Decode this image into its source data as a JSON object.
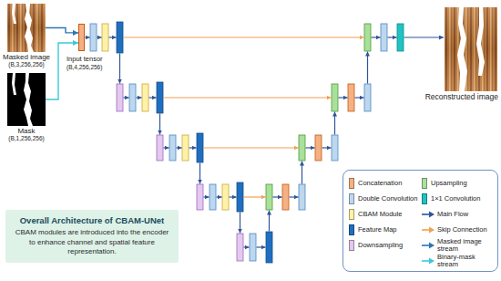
{
  "diagram": {
    "nodes": [
      {
        "text": [
          "Masked image",
          "(B,3,256,256)"
        ]
      },
      {
        "text": [
          "Mask",
          "(B,1,256,256)"
        ]
      },
      {
        "text": [
          "Input tensor",
          "(B,4,256,256)"
        ]
      },
      {
        "text": [
          "Reconstructed image"
        ]
      },
      {
        "text": [
          "Overall Architecture of CBAM-UNet",
          "CBAM modules are introduced into the encoder to enhance channel and spatial feature representation."
        ]
      }
    ],
    "edges": [
      {
        "from": 0,
        "to": 2,
        "arrow": "to"
      },
      {
        "from": 1,
        "to": 2,
        "arrow": "to"
      }
    ],
    "legend": [
      {
        "text": "Concatenation",
        "color": "#f4b183"
      },
      {
        "text": "Upsampling",
        "color": "#a9e09a"
      },
      {
        "text": "Double Convolution",
        "color": "#bdd7ee"
      },
      {
        "text": "1×1 Convolution",
        "color": "#1fc3c3"
      },
      {
        "text": "CBAM Module",
        "color": "#fff2a8"
      },
      {
        "text": "Main Flow"
      },
      {
        "text": "Feature Map",
        "color": "#1f6fc0"
      },
      {
        "text": "Skip Connection"
      },
      {
        "text": "Downsampling",
        "color": "#e4c8f0"
      },
      {
        "text": "Masked image stream"
      },
      {
        "text": "Binary-mask stream"
      }
    ]
  }
}
